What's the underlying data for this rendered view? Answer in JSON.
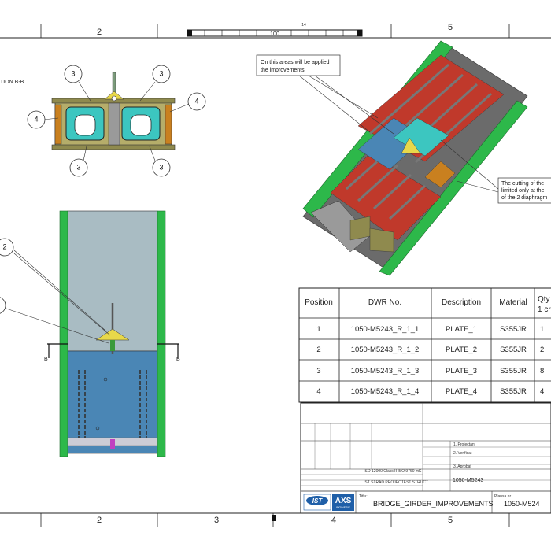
{
  "zones_top": [
    "2",
    "5"
  ],
  "zones_bottom": [
    "2",
    "3",
    "4",
    "5"
  ],
  "scale_bar": {
    "label": "100",
    "tick": "14"
  },
  "section_label": "TION B-B",
  "section_balloons": [
    "3",
    "3",
    "4",
    "4",
    "3",
    "3"
  ],
  "side_balloons": [
    "2"
  ],
  "section_markers": [
    "B",
    "B"
  ],
  "notes": {
    "improvements": [
      "On this areas will be applied",
      "the improvements"
    ],
    "cutting": [
      "The cutting of the",
      "limited only at the",
      "of the 2 diaphragm"
    ]
  },
  "bom": {
    "headers": [
      "Position",
      "DWR No.",
      "Description",
      "Material",
      "Qty",
      "1 cr"
    ],
    "rows": [
      {
        "position": "1",
        "dwr": "1050-M5243_R_1_1",
        "description": "PLATE_1",
        "material": "S355JR",
        "qty": "1"
      },
      {
        "position": "2",
        "dwr": "1050-M5243_R_1_2",
        "description": "PLATE_2",
        "material": "S355JR",
        "qty": "2"
      },
      {
        "position": "3",
        "dwr": "1050-M5243_R_1_3",
        "description": "PLATE_3",
        "material": "S355JR",
        "qty": "8"
      },
      {
        "position": "4",
        "dwr": "1050-M5243_R_1_4",
        "description": "PLATE_4",
        "material": "S355JR",
        "qty": "4"
      }
    ]
  },
  "title_block": {
    "drawing_no": "1050-M5243",
    "drawing_no_short": "1050-M5243",
    "title": "BRIDGE_GIRDER_IMPROVEMENTS",
    "logo_ist": "IST",
    "logo_axs": "AXS",
    "logo_axs_sub": "INGINERIE",
    "std_line": "ISO 12000 Class II ISO 9760 mK",
    "company": "IST STRAD PROJECTEST STRUCT",
    "verif_1": "1. Proiectant",
    "verif_2": "2. Verificat",
    "verif_3": "3. Aprobat",
    "title_label": "Titlu:",
    "dwg_label": "Plansa nr.",
    "dwg_value_prefix": "1050-M524"
  },
  "colors": {
    "green_flange": "#2db84a",
    "cyan_hole": "#3cc6c0",
    "web_olive": "#8f8a4e",
    "stiffener_orange": "#c9801f",
    "blue_fill": "#4a86b5",
    "gray_fill": "#9ab0b8",
    "red_deck": "#c0392b"
  }
}
